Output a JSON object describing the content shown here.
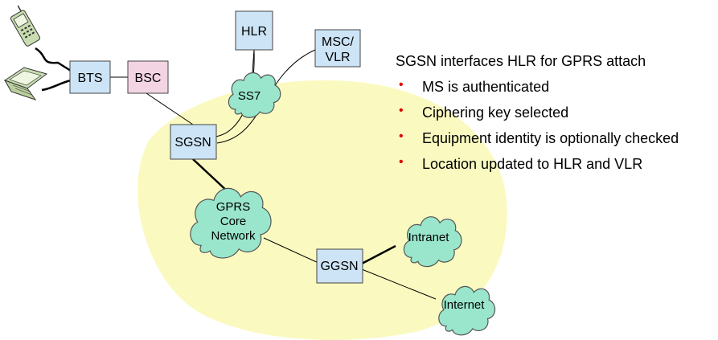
{
  "diagram": {
    "nodes": {
      "bts": "BTS",
      "bsc": "BSC",
      "sgsn": "SGSN",
      "hlr": "HLR",
      "msc_vlr_line1": "MSC/",
      "msc_vlr_line2": "VLR",
      "ggsn": "GGSN"
    },
    "clouds": {
      "ss7": "SS7",
      "gprs_line1": "GPRS",
      "gprs_line2": "Core",
      "gprs_line3": "Network",
      "intranet": "Intranet",
      "internet": "Internet"
    },
    "colors": {
      "node_blue": "#cce4f6",
      "node_pink": "#f3d4e2",
      "cloud_green": "#99e6cc",
      "area_yellow": "#fafac0",
      "bullet_red": "#e00000"
    },
    "icons": [
      "mobile-phone-icon",
      "laptop-icon"
    ]
  },
  "panel": {
    "title": "SGSN interfaces HLR for GPRS attach",
    "bullets": [
      "MS is authenticated",
      "Ciphering key selected",
      "Equipment identity is optionally checked",
      "Location updated to HLR and VLR"
    ],
    "bullet_char": "•"
  }
}
